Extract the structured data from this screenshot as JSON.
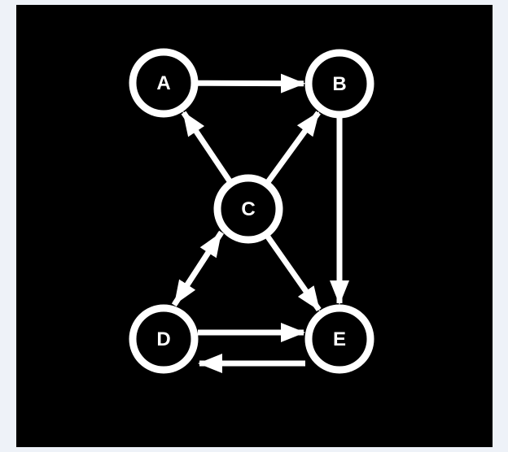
{
  "diagram": {
    "nodes": [
      {
        "id": "A",
        "label": "A"
      },
      {
        "id": "B",
        "label": "B"
      },
      {
        "id": "C",
        "label": "C"
      },
      {
        "id": "D",
        "label": "D"
      },
      {
        "id": "E",
        "label": "E"
      }
    ],
    "edges": [
      {
        "from": "A",
        "to": "B"
      },
      {
        "from": "C",
        "to": "A"
      },
      {
        "from": "C",
        "to": "B"
      },
      {
        "from": "B",
        "to": "E"
      },
      {
        "from": "C",
        "to": "E"
      },
      {
        "from": "D",
        "to": "C"
      },
      {
        "from": "C",
        "to": "D"
      },
      {
        "from": "D",
        "to": "E"
      },
      {
        "from": "E",
        "to": "D"
      }
    ]
  },
  "colors": {
    "background": "#000000",
    "stroke": "#ffffff",
    "page": "#eef2f8"
  }
}
